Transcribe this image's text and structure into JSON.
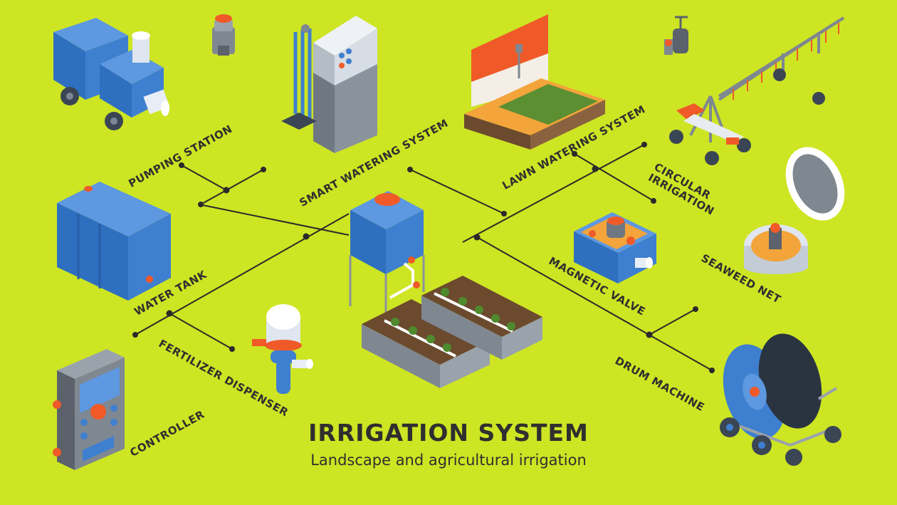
{
  "title": "IRRIGATION SYSTEM",
  "subtitle": "Landscape and agricultural irrigation",
  "labels": {
    "pumping_station": "PUMPING STATION",
    "smart_watering": "SMART WATERING SYSTEM",
    "lawn_watering": "LAWN WATERING SYSTEM",
    "circular_irrigation": "CIRCULAR\nIRRIGATION",
    "water_tank": "WATER TANK",
    "magnetic_valve": "MAGNETIC VALVE",
    "seaweed_net": "SEAWEED NET",
    "fertilizer_dispenser": "FERTILIZER DISPENSER",
    "drum_machine": "DRUM MACHINE",
    "controller": "CONTROLLER"
  },
  "colors": {
    "background": "#cde523",
    "line": "#2a2a2a",
    "blue": "#3f7fcf",
    "orange": "#f05a28",
    "gray": "#8a8f96"
  },
  "icons": [
    "pumping-station-icon",
    "smart-watering-icon",
    "lawn-watering-icon",
    "circular-irrigation-icon",
    "water-tank-icon",
    "magnetic-valve-icon",
    "seaweed-net-icon",
    "fertilizer-dispenser-icon",
    "drum-machine-icon",
    "controller-icon",
    "central-tank-bed-icon",
    "small-valve-icon",
    "small-sprinkler-icon"
  ]
}
